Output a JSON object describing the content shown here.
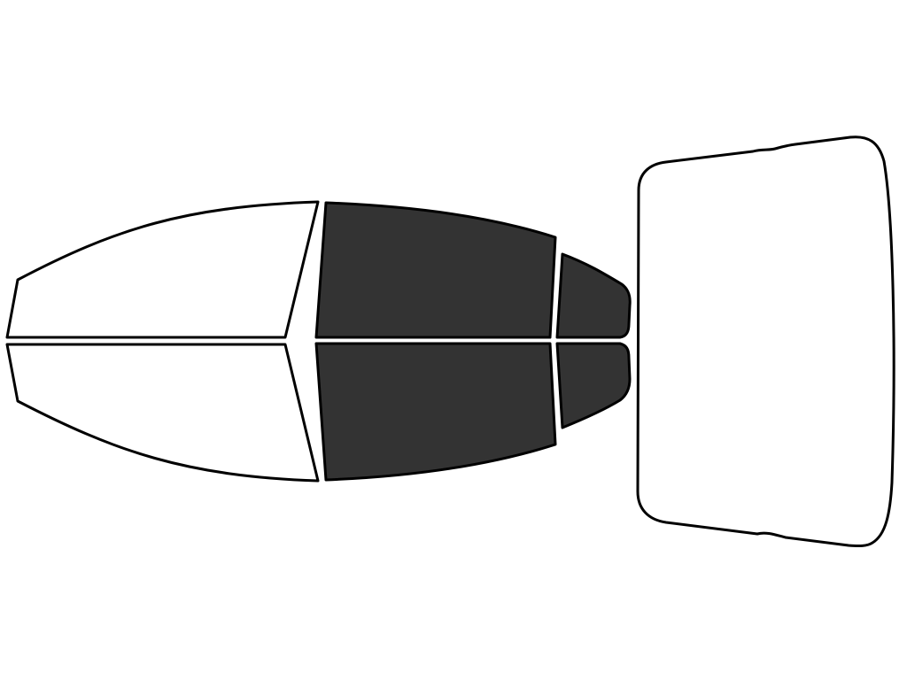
{
  "colors": {
    "background": "#ffffff",
    "outline": "#000000",
    "untinted_fill": "#ffffff",
    "tinted_fill": "#333333"
  },
  "panes": [
    {
      "id": "front-driver-window",
      "tinted": false
    },
    {
      "id": "front-passenger-window",
      "tinted": false
    },
    {
      "id": "rear-driver-window",
      "tinted": true
    },
    {
      "id": "rear-passenger-window",
      "tinted": true
    },
    {
      "id": "rear-driver-quarter-window",
      "tinted": true
    },
    {
      "id": "rear-passenger-quarter-window",
      "tinted": true
    },
    {
      "id": "rear-windshield",
      "tinted": false
    }
  ]
}
